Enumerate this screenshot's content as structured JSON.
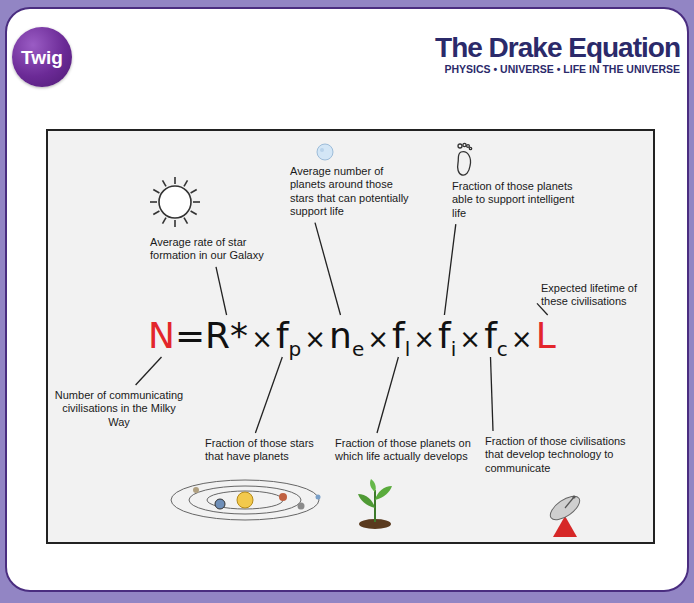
{
  "diagram": {
    "title": "The Drake Equation",
    "nodes": [
      {
        "text": [
          "Twig"
        ]
      }
    ],
    "labels": [
      "PHYSICS • UNIVERSE • LIFE IN THE UNIVERSE",
      "N",
      "=",
      "R*",
      "×",
      "f",
      "p",
      "×",
      "n",
      "e",
      "×",
      "f",
      "l",
      "×",
      "f",
      "i",
      "×",
      "f",
      "c",
      "×",
      "L",
      "Average rate of star formation in our Galaxy",
      "Average number of planets around those stars that can potentially support life",
      "Fraction of those planets able to support intelligent life",
      "Expected lifetime of these civilisations",
      "Number of communicating civilisations in the Milky Way",
      "Fraction of those stars that have planets",
      "Fraction of those planets on which life actually develops",
      "Fraction of those civilisations that develop technology to communicate"
    ]
  }
}
